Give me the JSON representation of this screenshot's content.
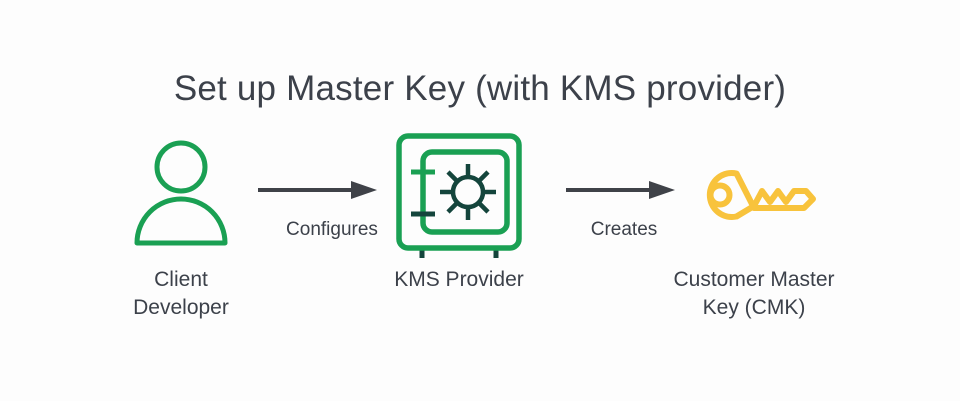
{
  "page": {
    "background_color": "#fdfdfd",
    "title": "Set up Master Key (with KMS provider)"
  },
  "colors": {
    "green": "#1aa053",
    "dark_green": "#14453c",
    "yellow": "#f8c33c",
    "text": "#3c414a",
    "arrow": "#3f4248"
  },
  "nodes": [
    {
      "id": "client-developer",
      "icon": "person-icon",
      "icon_color": "#1aa053",
      "caption_lines": [
        "Client",
        "Developer"
      ]
    },
    {
      "id": "kms-provider",
      "icon": "safe-vault-icon",
      "icon_color": "#1aa053",
      "caption_lines": [
        "KMS Provider"
      ]
    },
    {
      "id": "customer-master-key",
      "icon": "key-icon",
      "icon_color": "#f8c33c",
      "caption_lines": [
        "Customer Master",
        "Key (CMK)"
      ]
    }
  ],
  "arrows": [
    {
      "id": "configures-arrow",
      "label": "Configures",
      "from": "client-developer",
      "to": "kms-provider",
      "direction": "right"
    },
    {
      "id": "creates-arrow",
      "label": "Creates",
      "from": "kms-provider",
      "to": "customer-master-key",
      "direction": "right"
    }
  ]
}
